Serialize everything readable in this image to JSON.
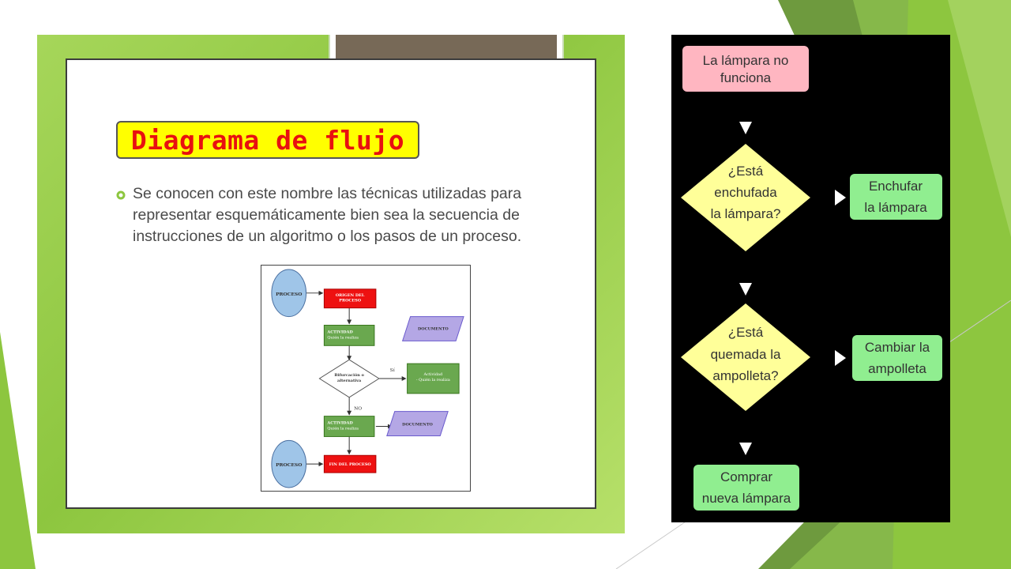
{
  "slide": {
    "title": "Diagrama de flujo",
    "bullet": "Se conocen con este nombre las técnicas utilizadas para representar esquemáticamente bien sea la secuencia de instrucciones de un algoritmo o los pasos de un proceso.",
    "colors": {
      "accent_green": "#8dc63f",
      "title_bg": "#ffff00",
      "title_text": "#e81010"
    }
  },
  "mini_diagram": {
    "proceso_top": "PROCESO",
    "origen": [
      "ORIGEN DEL",
      "PROCESO"
    ],
    "actividad_1": [
      "ACTIVIDAD",
      "Quién la realiza"
    ],
    "documento_1": "DOCUMENTO",
    "decision": [
      "Bifurcación o",
      "alternativa"
    ],
    "si": "Sí",
    "no": "NO",
    "actividad_side": [
      "Actividad",
      "- Quién la realiza"
    ],
    "actividad_2": [
      "ACTIVIDAD",
      "Quién la realiza"
    ],
    "documento_2": "DOCUMENTO",
    "fin": "FIN DEL PROCESO",
    "proceso_bottom": "PROCESO"
  },
  "lamp_flowchart": {
    "start": [
      "La lámpara no",
      "funciona"
    ],
    "q1": [
      "¿Está",
      "enchufada",
      "la lámpara?"
    ],
    "a1": [
      "Enchufar",
      "la lámpara"
    ],
    "q2": [
      "¿Está",
      "quemada la",
      "ampolleta?"
    ],
    "a2": [
      "Cambiar la",
      "ampolleta"
    ],
    "end": [
      "Comprar",
      "nueva lámpara"
    ],
    "colors": {
      "start": "#ffb6c1",
      "decision": "#ffff99",
      "action": "#90ee90",
      "background": "#000000"
    }
  }
}
